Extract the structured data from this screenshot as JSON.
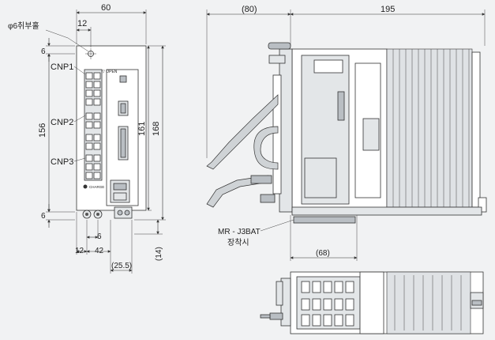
{
  "front_view": {
    "dims": {
      "width_top": "60",
      "hole_offset": "12",
      "hole_note": "φ6취부홀",
      "margin_top": "6",
      "height_inner": "156",
      "height_161": "161",
      "height_168": "168",
      "margin_bottom": "6",
      "bottom_6": "6",
      "bottom_12": "12",
      "bottom_42": "42",
      "bottom_25_5": "(25.5)",
      "bottom_14": "(14)"
    },
    "labels": {
      "cnp1": "CNP1",
      "cnp2": "CNP2",
      "cnp3": "CNP3",
      "open": "▽ OPEN",
      "charge": "CHARGE"
    }
  },
  "side_view": {
    "dims": {
      "depth_80": "(80)",
      "depth_195": "195",
      "depth_68": "(68)"
    },
    "labels": {
      "battery": "MR - J3BAT",
      "battery_note": "장착시"
    }
  }
}
